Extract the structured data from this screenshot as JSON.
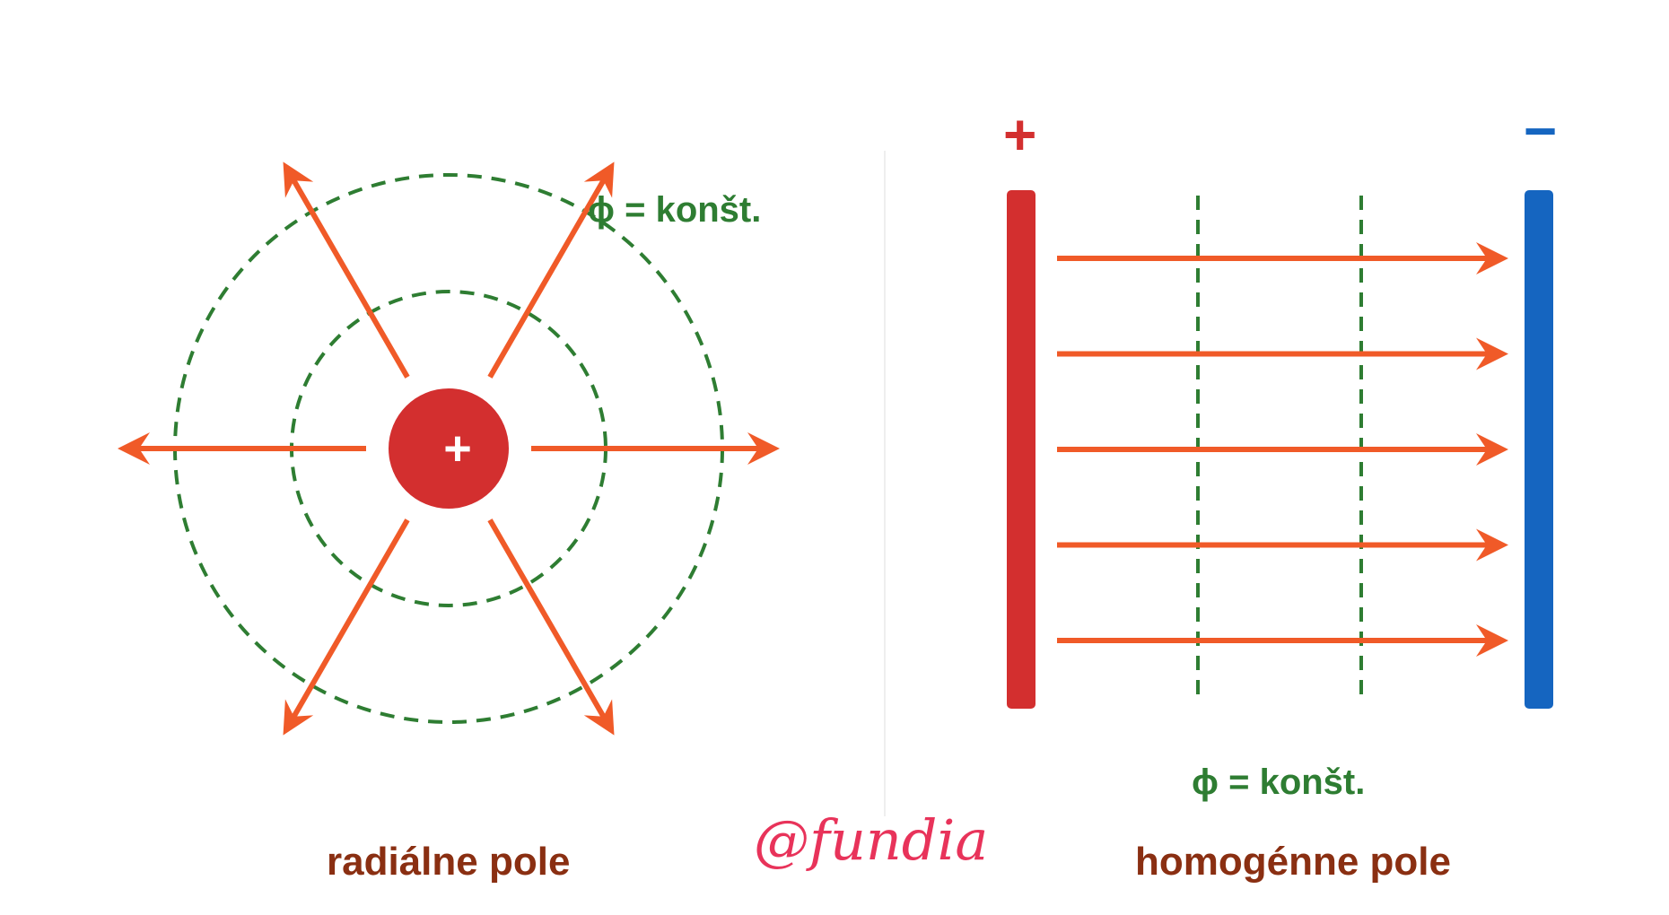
{
  "radial": {
    "charge_sign": "+",
    "equipotential_label": "ϕ = konšt.",
    "caption": "radiálne pole"
  },
  "homogeneous": {
    "plus_sign": "+",
    "minus_sign": "−",
    "equipotential_label": "ϕ = konšt.",
    "caption": "homogénne pole",
    "field_line_count": 5,
    "equipotential_line_count": 2
  },
  "watermark": "@fundia",
  "colors": {
    "field_line": "#f05a28",
    "equipotential": "#2e7d32",
    "positive": "#d32f2f",
    "negative": "#1565c0",
    "caption": "#8a2f12",
    "watermark": "#e8335a"
  }
}
